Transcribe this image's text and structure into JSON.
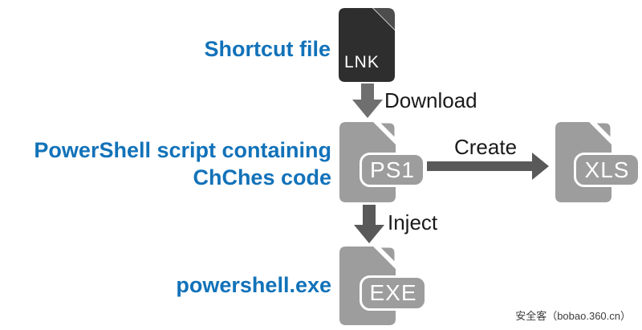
{
  "colors": {
    "accent_blue": "#1272b9",
    "file_gray": "#9d9d9d",
    "file_dark_body": "#2e2e2e",
    "file_dark_fold": "#4d4d4d",
    "arrow_dark": "#595959",
    "arrow_medium": "#6f6f6f",
    "badge_text": "#ffffff",
    "label_black": "#1a1a1a"
  },
  "flow": {
    "nodes": [
      {
        "id": "lnk",
        "title": "Shortcut file",
        "badge": "LNK"
      },
      {
        "id": "ps1",
        "title_line1": "PowerShell script containing",
        "title_line2": "ChChes code",
        "badge": "PS1"
      },
      {
        "id": "xls",
        "badge": "XLS"
      },
      {
        "id": "exe",
        "title": "powershell.exe",
        "badge": "EXE"
      }
    ],
    "edges": [
      {
        "from": "lnk",
        "to": "ps1",
        "label": "Download"
      },
      {
        "from": "ps1",
        "to": "xls",
        "label": "Create"
      },
      {
        "from": "ps1",
        "to": "exe",
        "label": "Inject"
      }
    ]
  },
  "watermark": {
    "text": "安全客（bobao.360.cn）"
  }
}
